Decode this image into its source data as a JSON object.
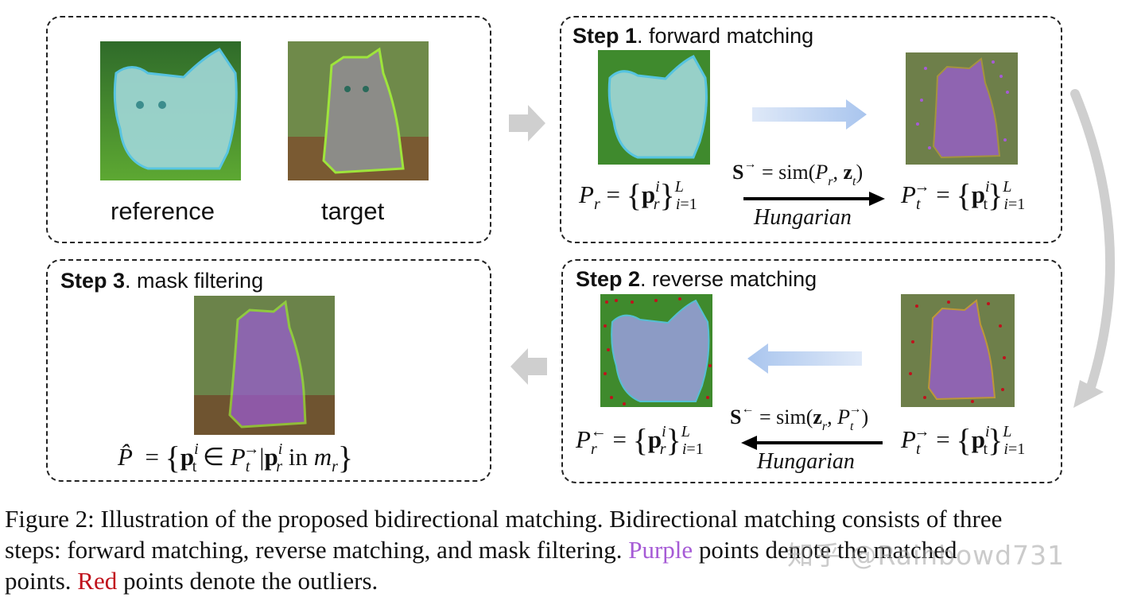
{
  "panel_top_left": {
    "reference_label": "reference",
    "target_label": "target"
  },
  "step1": {
    "title_bold": "Step 1",
    "title_rest": ". forward matching",
    "score_S": "S",
    "score_rest": " = sim(",
    "script_label": "Hungarian"
  },
  "step2": {
    "title_bold": "Step 2",
    "title_rest": ". reverse matching",
    "script_label": "Hungarian"
  },
  "step3": {
    "title_bold": "Step 3",
    "title_rest": ". mask filtering"
  },
  "caption": {
    "line1": "Figure 2: Illustration of the proposed bidirectional matching. Bidirectional matching consists of three",
    "line2_pre": "steps: forward matching, reverse matching, and mask filtering. ",
    "purple_word": "Purple",
    "line2_post": " points denote the matched",
    "line3_pre": "points. ",
    "red_word": "Red",
    "line3_post": " points denote the outliers."
  },
  "watermark": "知乎 @Rainbowd731",
  "colors": {
    "purple": "#a65bd6",
    "red": "#c0121c",
    "cyan_outline": "#59c9f0",
    "green_outline": "#9ee53b",
    "arrow_blue": "#b9d0f0",
    "arrow_gray": "#cfcfcf"
  }
}
